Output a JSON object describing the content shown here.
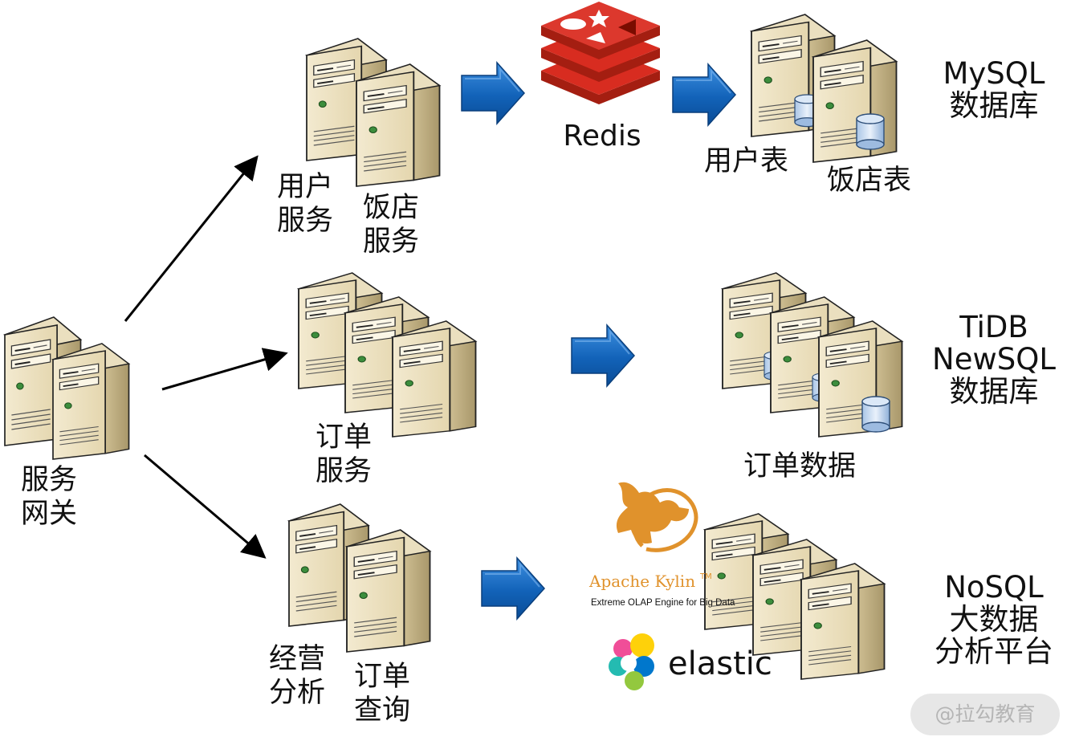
{
  "gateway": {
    "label_lines": [
      "服务",
      "网关"
    ]
  },
  "services": {
    "user": {
      "label_lines": [
        "用户",
        "服务"
      ]
    },
    "restaurant": {
      "label_lines": [
        "饭店",
        "服务"
      ]
    },
    "order": {
      "label_lines": [
        "订单",
        "服务"
      ]
    },
    "analytics": {
      "label_lines": [
        "经营",
        "分析"
      ]
    },
    "order_query": {
      "label_lines": [
        "订单",
        "查询"
      ]
    }
  },
  "redis": {
    "label": "Redis",
    "accent": "#c6302b"
  },
  "mysql_tables": {
    "user_table": "用户表",
    "restaurant_table": "饭店表"
  },
  "order_data": {
    "label": "订单数据"
  },
  "tiers": {
    "mysql": [
      "MySQL",
      "数据库"
    ],
    "tidb": [
      "TiDB",
      "NewSQL",
      "数据库"
    ],
    "nosql": [
      "NoSQL",
      "大数据",
      "分析平台"
    ]
  },
  "kylin": {
    "name": "Apache Kylin",
    "tm": "TM",
    "tagline": "Extreme OLAP Engine for Big Data",
    "accent": "#e0922c"
  },
  "elastic": {
    "name": "elastic"
  },
  "arrow_color": "#1565b8",
  "watermark": "@拉勾教育"
}
